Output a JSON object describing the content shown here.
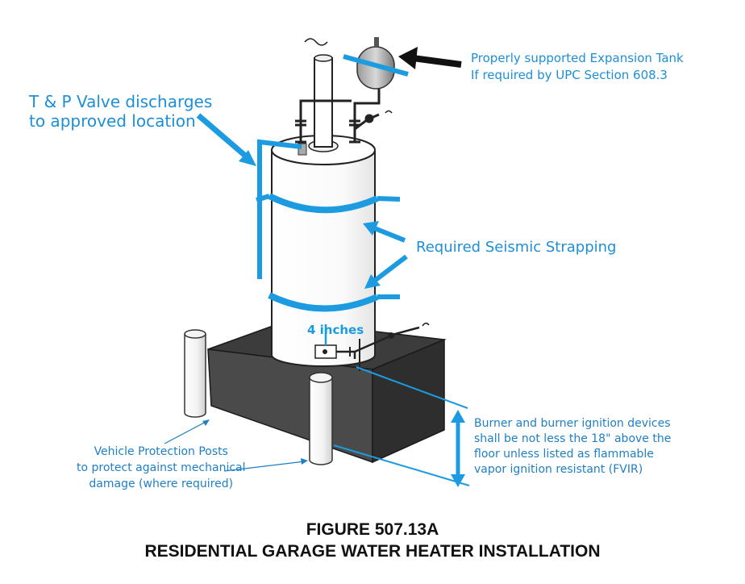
{
  "labels": {
    "tp_valve": [
      "T & P Valve discharges",
      "to approved location"
    ],
    "expansion_tank": [
      "Properly supported Expansion Tank",
      "If required by UPC Section 608.3"
    ],
    "seismic": "Required Seismic Strapping",
    "four_inches": "4 inches",
    "burner": [
      "Burner and burner ignition devices",
      "shall be not less the 18\" above the",
      "floor unless listed as flammable",
      "vapor ignition resistant (FVIR)"
    ],
    "posts": [
      "Vehicle Protection Posts",
      "to protect against mechanical",
      "damage (where required)"
    ]
  },
  "figure": {
    "number": "FIGURE 507.13A",
    "title": "RESIDENTIAL GARAGE WATER HEATER INSTALLATION"
  },
  "colors": {
    "accent": "#1d9be0",
    "platform": "#454545",
    "heater": "#ffffff",
    "outline": "#222222"
  }
}
